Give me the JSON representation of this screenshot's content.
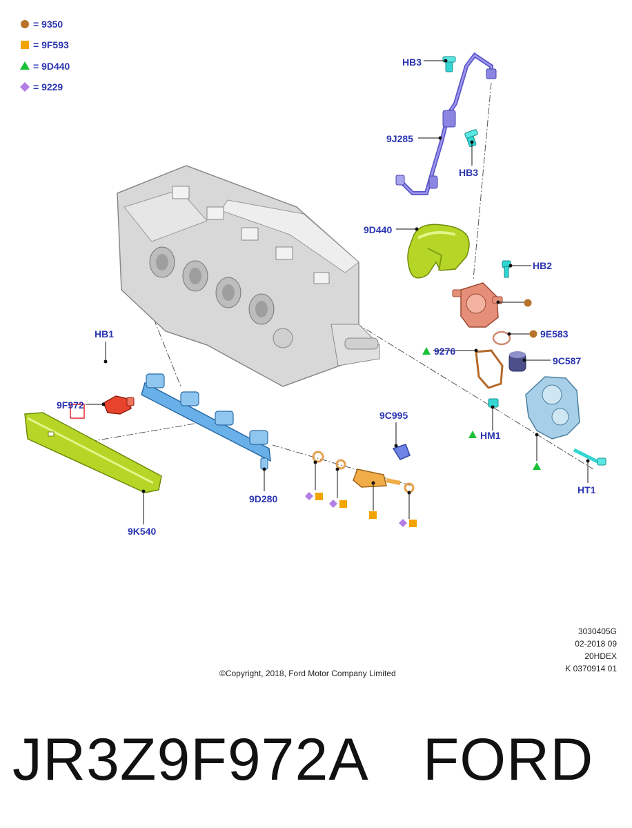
{
  "colors": {
    "label": "#2b35b0",
    "circle": "#b8722a",
    "square": "#f2a400",
    "triangle": "#19c234",
    "diamond": "#b17fe6",
    "highlight": "#e3262f",
    "leader": "#111111",
    "centerline": "#555555"
  },
  "legend": [
    {
      "shape": "circle",
      "code": "9350",
      "prefix": "= "
    },
    {
      "shape": "square",
      "code": "9F593",
      "prefix": "= "
    },
    {
      "shape": "triangle",
      "code": "9D440",
      "prefix": "= "
    },
    {
      "shape": "diamond",
      "code": "9229",
      "prefix": "= "
    }
  ],
  "callouts": {
    "hb3_top": "HB3",
    "9j285": "9J285",
    "hb3_mid": "HB3",
    "9d440": "9D440",
    "hb2": "HB2",
    "9e583": "9E583",
    "9276": "9276",
    "9c587": "9C587",
    "hb1": "HB1",
    "9f972": "9F972",
    "9c995": "9C995",
    "hm1": "HM1",
    "ht1": "HT1",
    "9d280": "9D280",
    "9k540": "9K540"
  },
  "stamp": [
    "3030405G",
    "02-2018 09",
    "20HDEX",
    "K 0370914 01"
  ],
  "copyright": "©Copyright, 2018, Ford Motor Company Limited",
  "footer": {
    "part_number": "JR3Z9F972A",
    "brand": "FORD"
  }
}
